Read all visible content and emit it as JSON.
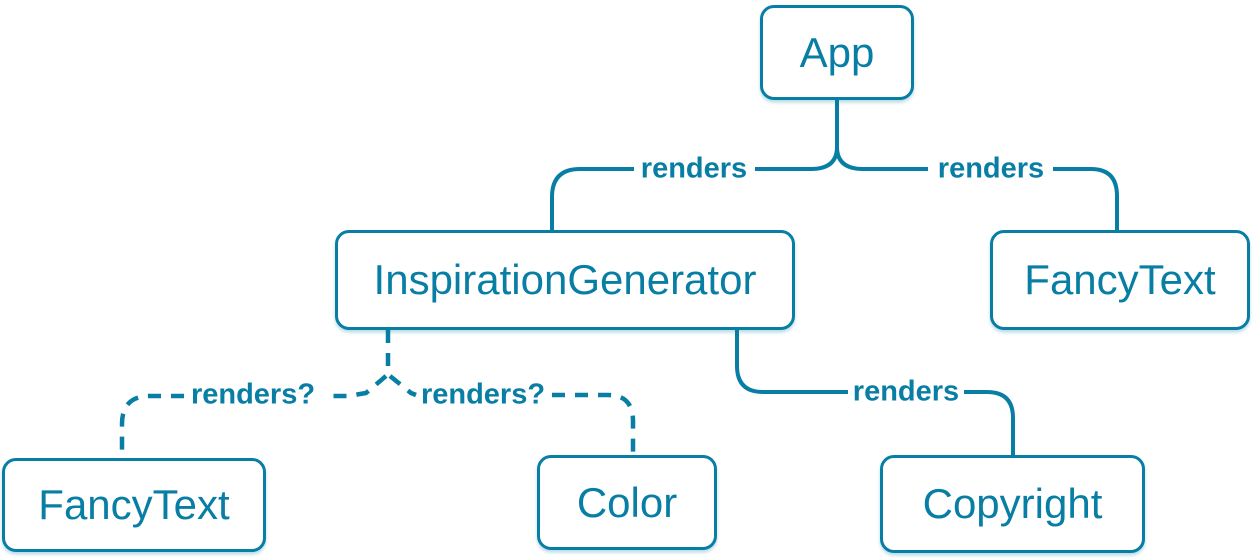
{
  "colors": {
    "accent": "#087ea4",
    "background": "#ffffff",
    "node_fill": "#ffffff"
  },
  "diagram": {
    "type": "component-render-tree",
    "nodes": [
      {
        "id": "app",
        "label": "App"
      },
      {
        "id": "inspiration-generator",
        "label": "InspirationGenerator"
      },
      {
        "id": "fancy-text-top",
        "label": "FancyText"
      },
      {
        "id": "fancy-text-bottom",
        "label": "FancyText"
      },
      {
        "id": "color",
        "label": "Color"
      },
      {
        "id": "copyright",
        "label": "Copyright"
      }
    ],
    "edges": [
      {
        "from": "App",
        "to": "InspirationGenerator",
        "label": "renders",
        "style": "solid"
      },
      {
        "from": "App",
        "to": "FancyText",
        "label": "renders",
        "style": "solid"
      },
      {
        "from": "InspirationGenerator",
        "to": "FancyText",
        "label": "renders?",
        "style": "dashed"
      },
      {
        "from": "InspirationGenerator",
        "to": "Color",
        "label": "renders?",
        "style": "dashed"
      },
      {
        "from": "InspirationGenerator",
        "to": "Copyright",
        "label": "renders",
        "style": "solid"
      }
    ]
  }
}
